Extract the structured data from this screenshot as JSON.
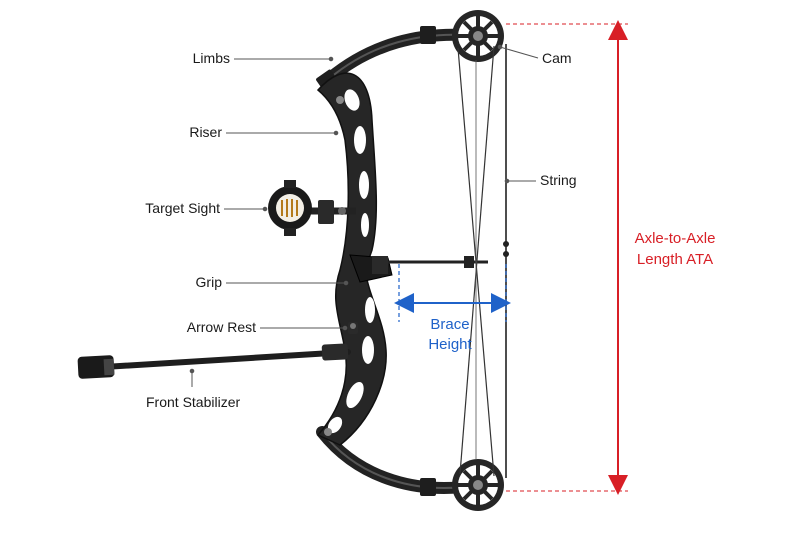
{
  "labels": {
    "limbs": "Limbs",
    "riser": "Riser",
    "target_sight": "Target Sight",
    "grip": "Grip",
    "arrow_rest": "Arrow Rest",
    "front_stabilizer": "Front Stabilizer",
    "cam": "Cam",
    "string": "String"
  },
  "brace_height": {
    "line1": "Brace",
    "line2": "Height"
  },
  "ata": {
    "line1": "Axle-to-Axle",
    "line2": "Length ATA"
  },
  "colors": {
    "brace": "#1f62c9",
    "ata": "#d81f26",
    "bow": "#2b2b2b",
    "label": "#1a1a1a"
  }
}
